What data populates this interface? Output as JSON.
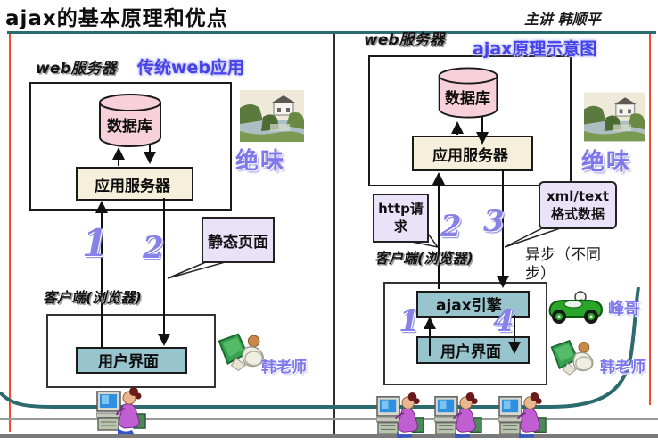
{
  "header": {
    "title": "ajax的基本原理和优点",
    "lecturer": "主讲 韩顺平"
  },
  "colors": {
    "caption_blue": "#4343e8",
    "step_periwinkle": "#8781e8",
    "teal_line": "#2b6b6e",
    "database_pink": "#f7d0da",
    "app_server_beige": "#f6efdc",
    "ui_box_teal": "#97c4cd",
    "callout_lavender": "#eae2f8",
    "frame_red": "#f04f2e"
  },
  "left": {
    "server_label": "web服务器",
    "caption": "传统web应用",
    "database_label": "数据库",
    "app_server_label": "应用服务器",
    "step1": "1",
    "step2": "2",
    "static_page_callout": "静态页面",
    "client_label": "客户端(浏览器)",
    "ui_label": "用户界面",
    "watermark": "绝味",
    "teacher_label": "韩老师"
  },
  "right": {
    "server_label": "web服务器",
    "caption": "ajax原理示意图",
    "database_label": "数据库",
    "app_server_label": "应用服务器",
    "http_callout": "http请求",
    "step1": "1",
    "step2": "2",
    "step3": "3",
    "step4": "4",
    "xml_callout_line1": "xml/text",
    "xml_callout_line2": "格式数据",
    "client_label": "客户端(浏览器)",
    "ajax_engine_label": "ajax引擎",
    "ui_label": "用户界面",
    "async_note": "异步（不同步）",
    "watermark": "绝味",
    "buddy_label": "峰哥",
    "teacher_label": "韩老师"
  }
}
